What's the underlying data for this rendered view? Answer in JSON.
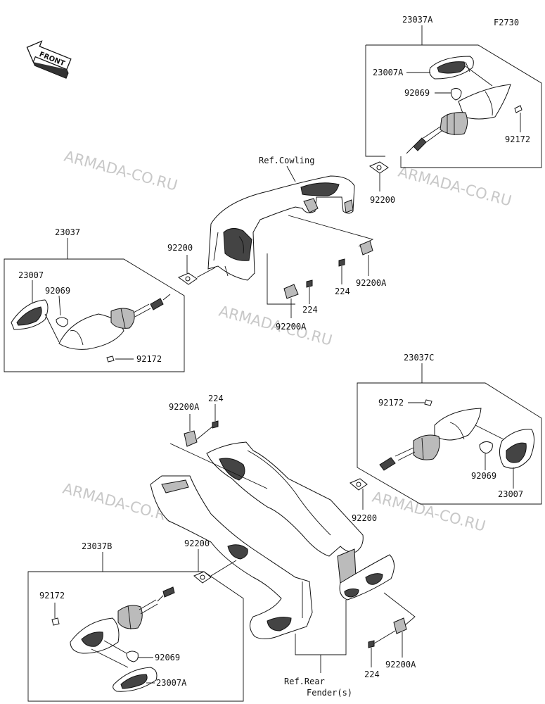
{
  "figure_code": "F2730",
  "front_badge": "FRONT",
  "watermark": "ARMADA-CO.RU",
  "labels": {
    "a23037A": "23037A",
    "a23007A_top": "23007A",
    "a92069_top": "92069",
    "a92172_top": "92172",
    "a92200_top": "92200",
    "ref_cowling": "Ref.Cowling",
    "a92200_left": "92200",
    "a224_mid_r": "224",
    "a92200A_mid_r": "92200A",
    "a224_mid_l": "224",
    "a92200A_mid_l": "92200A",
    "a23037": "23037",
    "a23007": "23007",
    "a92069_left": "92069",
    "a92172_left": "92172",
    "a23037C": "23037C",
    "a92172_right": "92172",
    "a92069_right": "92069",
    "a23007_right": "23007",
    "a92200_right": "92200",
    "a92200A_low": "92200A",
    "a224_low": "224",
    "a23037B": "23037B",
    "a92200_low": "92200",
    "a92172_low": "92172",
    "a92069_low": "92069",
    "a23007A_low": "23007A",
    "a224_bottom": "224",
    "a92200A_bottom": "92200A",
    "ref_rear": "Ref.Rear",
    "ref_fender": "Fender(s)"
  }
}
